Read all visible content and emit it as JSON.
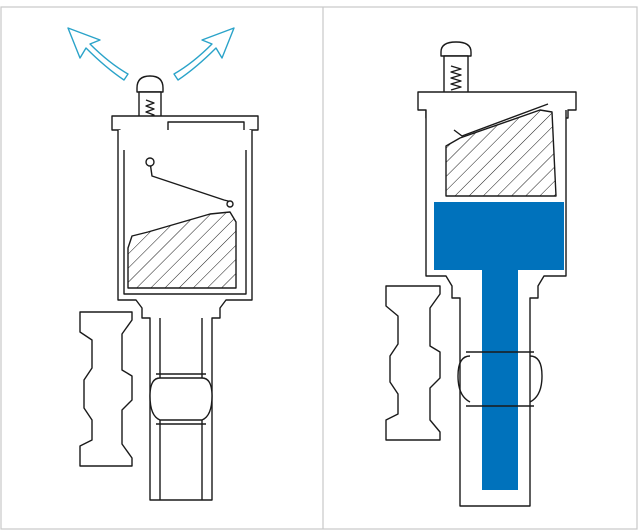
{
  "figure": {
    "panels": [
      {
        "id": "venting",
        "state": "float-down",
        "arrows": "air-release"
      },
      {
        "id": "filled",
        "state": "float-up",
        "fill_level": 1.0
      }
    ]
  },
  "colors": {
    "frame": "#c8c8c8",
    "outline": "#1a1a1a",
    "water": "#0072bc",
    "vent_arrow_fill": "#ffffff",
    "vent_arrow_stroke": "#2aa3c9",
    "hatch": "#1a1a1a"
  }
}
